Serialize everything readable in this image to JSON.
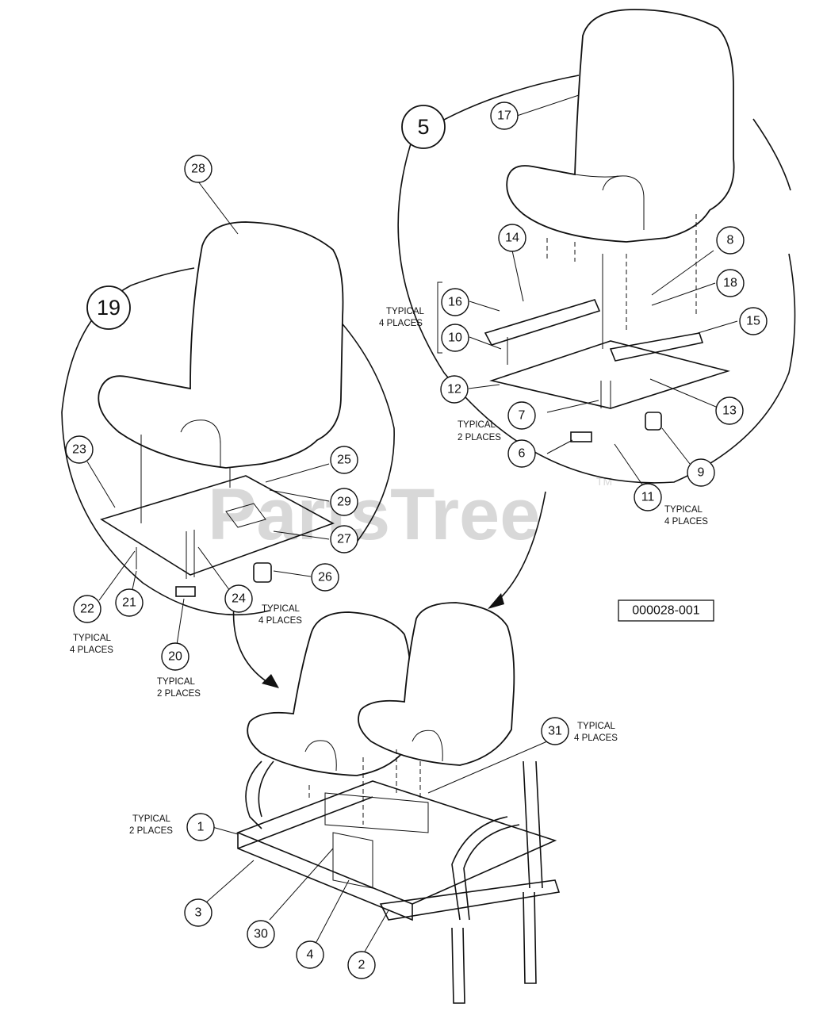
{
  "watermark": {
    "text": "PartsTree",
    "trademark": "TM"
  },
  "reference_number": "000028-001",
  "callouts": [
    {
      "n": "1"
    },
    {
      "n": "2"
    },
    {
      "n": "3"
    },
    {
      "n": "4"
    },
    {
      "n": "5"
    },
    {
      "n": "6"
    },
    {
      "n": "7"
    },
    {
      "n": "8"
    },
    {
      "n": "9"
    },
    {
      "n": "10"
    },
    {
      "n": "11"
    },
    {
      "n": "12"
    },
    {
      "n": "13"
    },
    {
      "n": "14"
    },
    {
      "n": "15"
    },
    {
      "n": "16"
    },
    {
      "n": "17"
    },
    {
      "n": "18"
    },
    {
      "n": "19"
    },
    {
      "n": "20"
    },
    {
      "n": "21"
    },
    {
      "n": "22"
    },
    {
      "n": "23"
    },
    {
      "n": "24"
    },
    {
      "n": "25"
    },
    {
      "n": "26"
    },
    {
      "n": "27"
    },
    {
      "n": "28"
    },
    {
      "n": "29"
    },
    {
      "n": "30"
    },
    {
      "n": "31"
    }
  ],
  "notes": {
    "typical": "TYPICAL",
    "four_places": "4 PLACES",
    "two_places": "2 PLACES"
  }
}
